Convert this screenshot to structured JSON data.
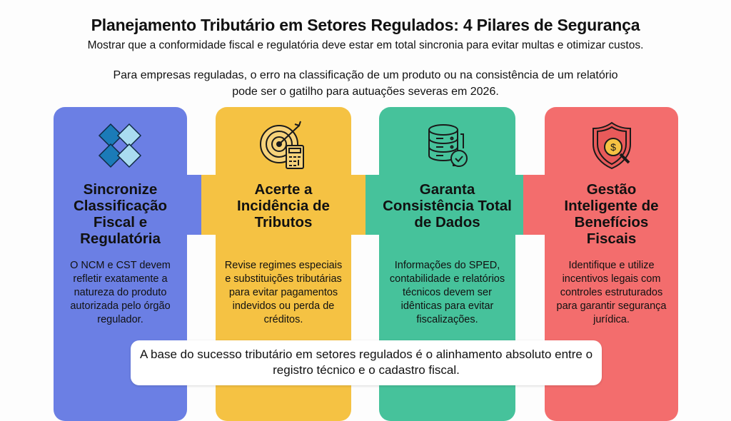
{
  "header": {
    "title": "Planejamento Tributário em Setores Regulados: 4 Pilares de Segurança",
    "subtitle": "Mostrar que a conformidade fiscal e regulatória deve estar em total sincronia para evitar multas e otimizar custos.",
    "intro": "Para empresas reguladas, o erro na classificação de um produto ou na consistência de um relatório pode ser o gatilho para autuações severas em 2026."
  },
  "colors": {
    "blue": "#6b7fe4",
    "yellow": "#f5c243",
    "green": "#46c29b",
    "red": "#f36d6d"
  },
  "pillars": [
    {
      "icon": "puzzle-diamonds-icon",
      "title": "Sincronize Classificação Fiscal e Regulatória",
      "body": "O NCM e CST devem refletir exatamente a natureza do produto autorizada pelo órgão regulador."
    },
    {
      "icon": "target-calculator-icon",
      "title": "Acerte a Incidência de Tributos",
      "body": "Revise regimes especiais e substituições tributárias para evitar pagamentos indevidos ou perda de créditos."
    },
    {
      "icon": "database-check-icon",
      "title": "Garanta Consistência Total de Dados",
      "body": "Informações do SPED, contabilidade e relatórios técnicos devem ser idênticas para evitar fiscalizações."
    },
    {
      "icon": "shield-dollar-search-icon",
      "title": "Gestão Inteligente de Benefícios Fiscais",
      "body": "Identifique e utilize incentivos legais com controles estruturados para garantir segurança jurídica."
    }
  ],
  "footer": {
    "text": "A base do sucesso tributário em setores regulados é o alinhamento absoluto entre o registro técnico e o cadastro fiscal."
  }
}
